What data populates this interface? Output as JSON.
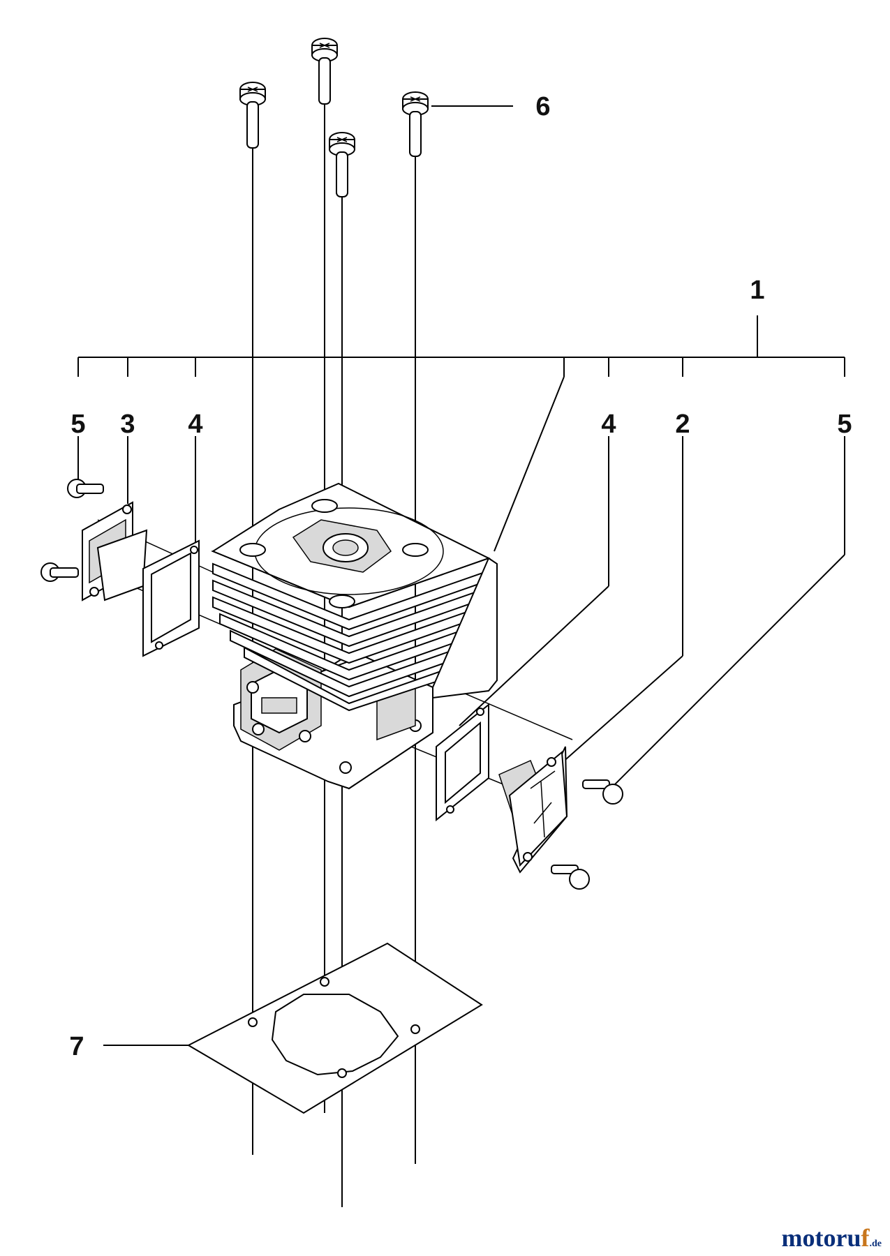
{
  "callouts": {
    "c1": "1",
    "c2": "2",
    "c3": "3",
    "c4_left": "4",
    "c4_right": "4",
    "c5_left": "5",
    "c5_right": "5",
    "c6": "6",
    "c7": "7"
  },
  "watermark": {
    "text": "motoru",
    "accent": "f",
    "suffix": ".de",
    "colors": {
      "main": "#0a2f7a",
      "accent": "#c8761c"
    }
  }
}
